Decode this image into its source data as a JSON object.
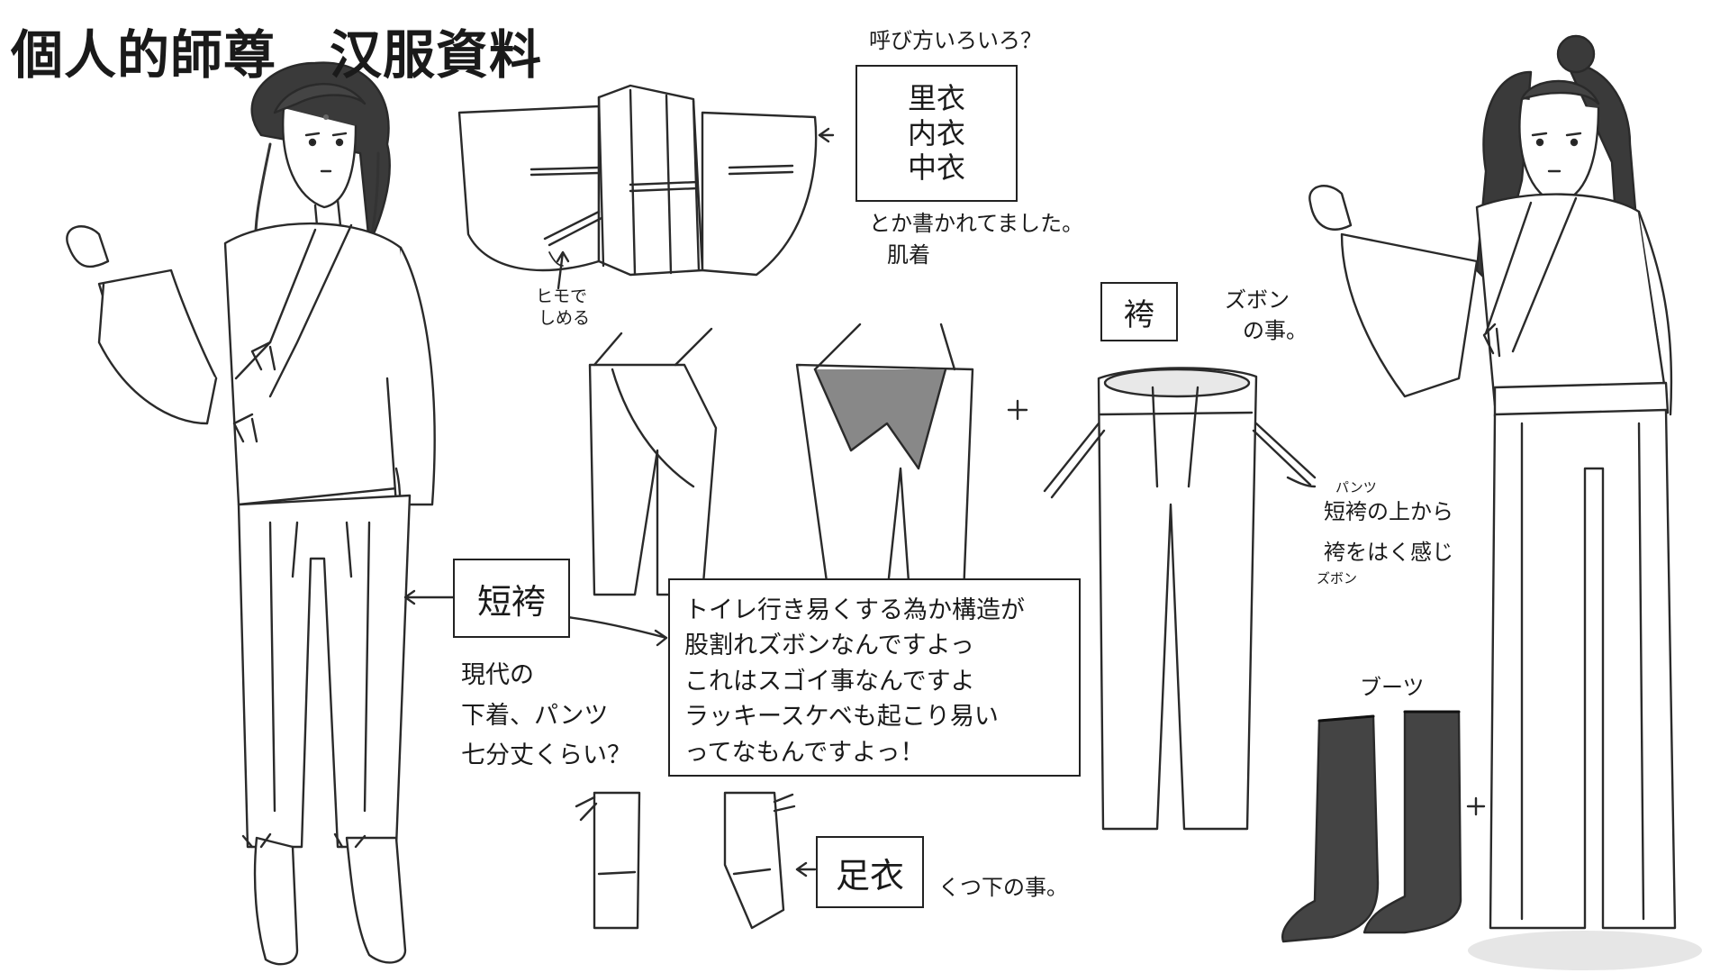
{
  "title": "個人的師尊　汉服資料",
  "inner_garment": {
    "heading_note": "呼び方いろいろ？",
    "names": [
      "里衣",
      "内衣",
      "中衣"
    ],
    "written_note": "とか書かれてました。",
    "meaning": "肌着",
    "tie_note_line1": "ヒモで",
    "tie_note_line2": "しめる"
  },
  "kanbakama": {
    "label": "袴",
    "note_line1": "ズボン",
    "note_line2": "の事。"
  },
  "tanbakama": {
    "label": "短袴",
    "notes": [
      "現代の",
      "下着、パンツ",
      "七分丈くらい？"
    ]
  },
  "explanation_lines": [
    "トイレ行き易くする為か構造が",
    "股割れズボンなんですよっ",
    "これはスゴイ事なんですよ",
    "ラッキースケベも起こり易い",
    "ってなもんですよっ！"
  ],
  "socks": {
    "label": "足衣",
    "note": "くつ下の事。"
  },
  "layering_note": {
    "ruby1": "パンツ",
    "line1": "短袴の上から",
    "line2": "袴をはく感じ",
    "ruby2": "ズボン"
  },
  "boots_label": "ブーツ",
  "plus_sign": "+"
}
